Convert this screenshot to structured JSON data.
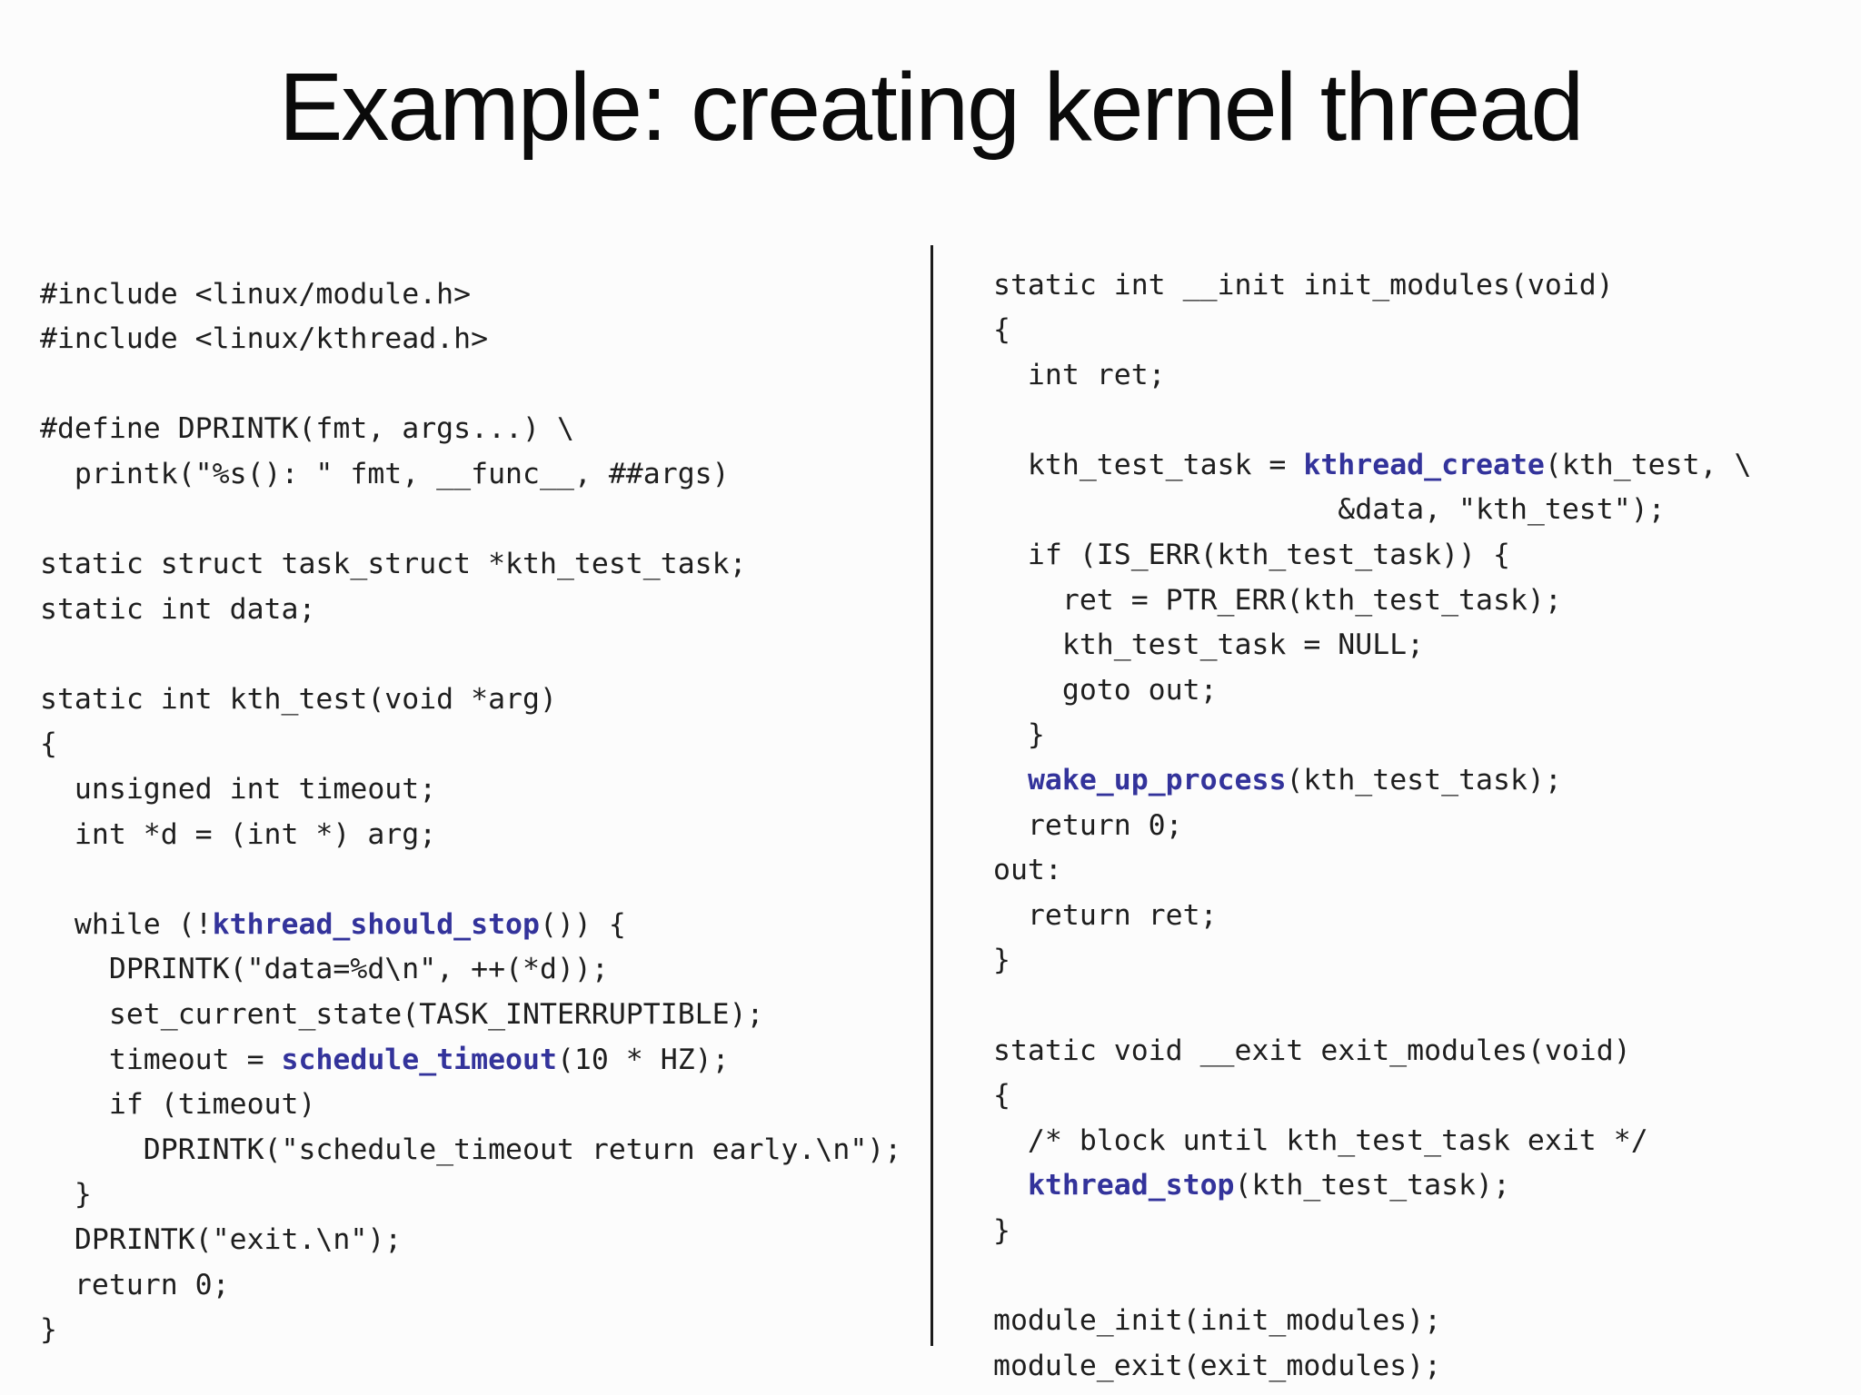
{
  "slide": {
    "title": "Example: creating kernel thread",
    "colors": {
      "background": "#fcfcfc",
      "title": "#0a0a0a",
      "text": "#1e1e1e",
      "keyword": "#33339b",
      "divider": "#1c1c1c"
    }
  },
  "code_left": {
    "lines": [
      [
        {
          "t": "#include <linux/module.h>"
        }
      ],
      [
        {
          "t": "#include <linux/kthread.h>"
        }
      ],
      [],
      [
        {
          "t": "#define DPRINTK(fmt, args...) \\"
        }
      ],
      [
        {
          "t": "  printk(\"%s(): \" fmt, __func__, ##args)"
        }
      ],
      [],
      [
        {
          "t": "static struct task_struct *kth_test_task;"
        }
      ],
      [
        {
          "t": "static int data;"
        }
      ],
      [],
      [
        {
          "t": "static int kth_test(void *arg)"
        }
      ],
      [
        {
          "t": "{"
        }
      ],
      [
        {
          "t": "  unsigned int timeout;"
        }
      ],
      [
        {
          "t": "  int *d = (int *) arg;"
        }
      ],
      [],
      [
        {
          "t": "  while (!"
        },
        {
          "t": "kthread_should_stop",
          "k": true
        },
        {
          "t": "()) {"
        }
      ],
      [
        {
          "t": "    DPRINTK(\"data=%d\\n\", ++(*d));"
        }
      ],
      [
        {
          "t": "    set_current_state(TASK_INTERRUPTIBLE);"
        }
      ],
      [
        {
          "t": "    timeout = "
        },
        {
          "t": "schedule_timeout",
          "k": true
        },
        {
          "t": "(10 * HZ);"
        }
      ],
      [
        {
          "t": "    if (timeout)"
        }
      ],
      [
        {
          "t": "      DPRINTK(\"schedule_timeout return early.\\n\");"
        }
      ],
      [
        {
          "t": "  }"
        }
      ],
      [
        {
          "t": "  DPRINTK(\"exit.\\n\");"
        }
      ],
      [
        {
          "t": "  return 0;"
        }
      ],
      [
        {
          "t": "}"
        }
      ]
    ]
  },
  "code_right": {
    "lines": [
      [
        {
          "t": "static int __init init_modules(void)"
        }
      ],
      [
        {
          "t": "{"
        }
      ],
      [
        {
          "t": "  int ret;"
        }
      ],
      [],
      [
        {
          "t": "  kth_test_task = "
        },
        {
          "t": "kthread_create",
          "k": true
        },
        {
          "t": "(kth_test, \\"
        }
      ],
      [
        {
          "t": "                    &data, \"kth_test\");"
        }
      ],
      [
        {
          "t": "  if (IS_ERR(kth_test_task)) {"
        }
      ],
      [
        {
          "t": "    ret = PTR_ERR(kth_test_task);"
        }
      ],
      [
        {
          "t": "    kth_test_task = NULL;"
        }
      ],
      [
        {
          "t": "    goto out;"
        }
      ],
      [
        {
          "t": "  }"
        }
      ],
      [
        {
          "t": "  "
        },
        {
          "t": "wake_up_process",
          "k": true
        },
        {
          "t": "(kth_test_task);"
        }
      ],
      [
        {
          "t": "  return 0;"
        }
      ],
      [
        {
          "t": "out:"
        }
      ],
      [
        {
          "t": "  return ret;"
        }
      ],
      [
        {
          "t": "}"
        }
      ],
      [],
      [
        {
          "t": "static void __exit exit_modules(void)"
        }
      ],
      [
        {
          "t": "{"
        }
      ],
      [
        {
          "t": "  /* block until kth_test_task exit */"
        }
      ],
      [
        {
          "t": "  "
        },
        {
          "t": "kthread_stop",
          "k": true
        },
        {
          "t": "(kth_test_task);"
        }
      ],
      [
        {
          "t": "}"
        }
      ],
      [],
      [
        {
          "t": "module_init(init_modules);"
        }
      ],
      [
        {
          "t": "module_exit(exit_modules);"
        }
      ]
    ]
  }
}
